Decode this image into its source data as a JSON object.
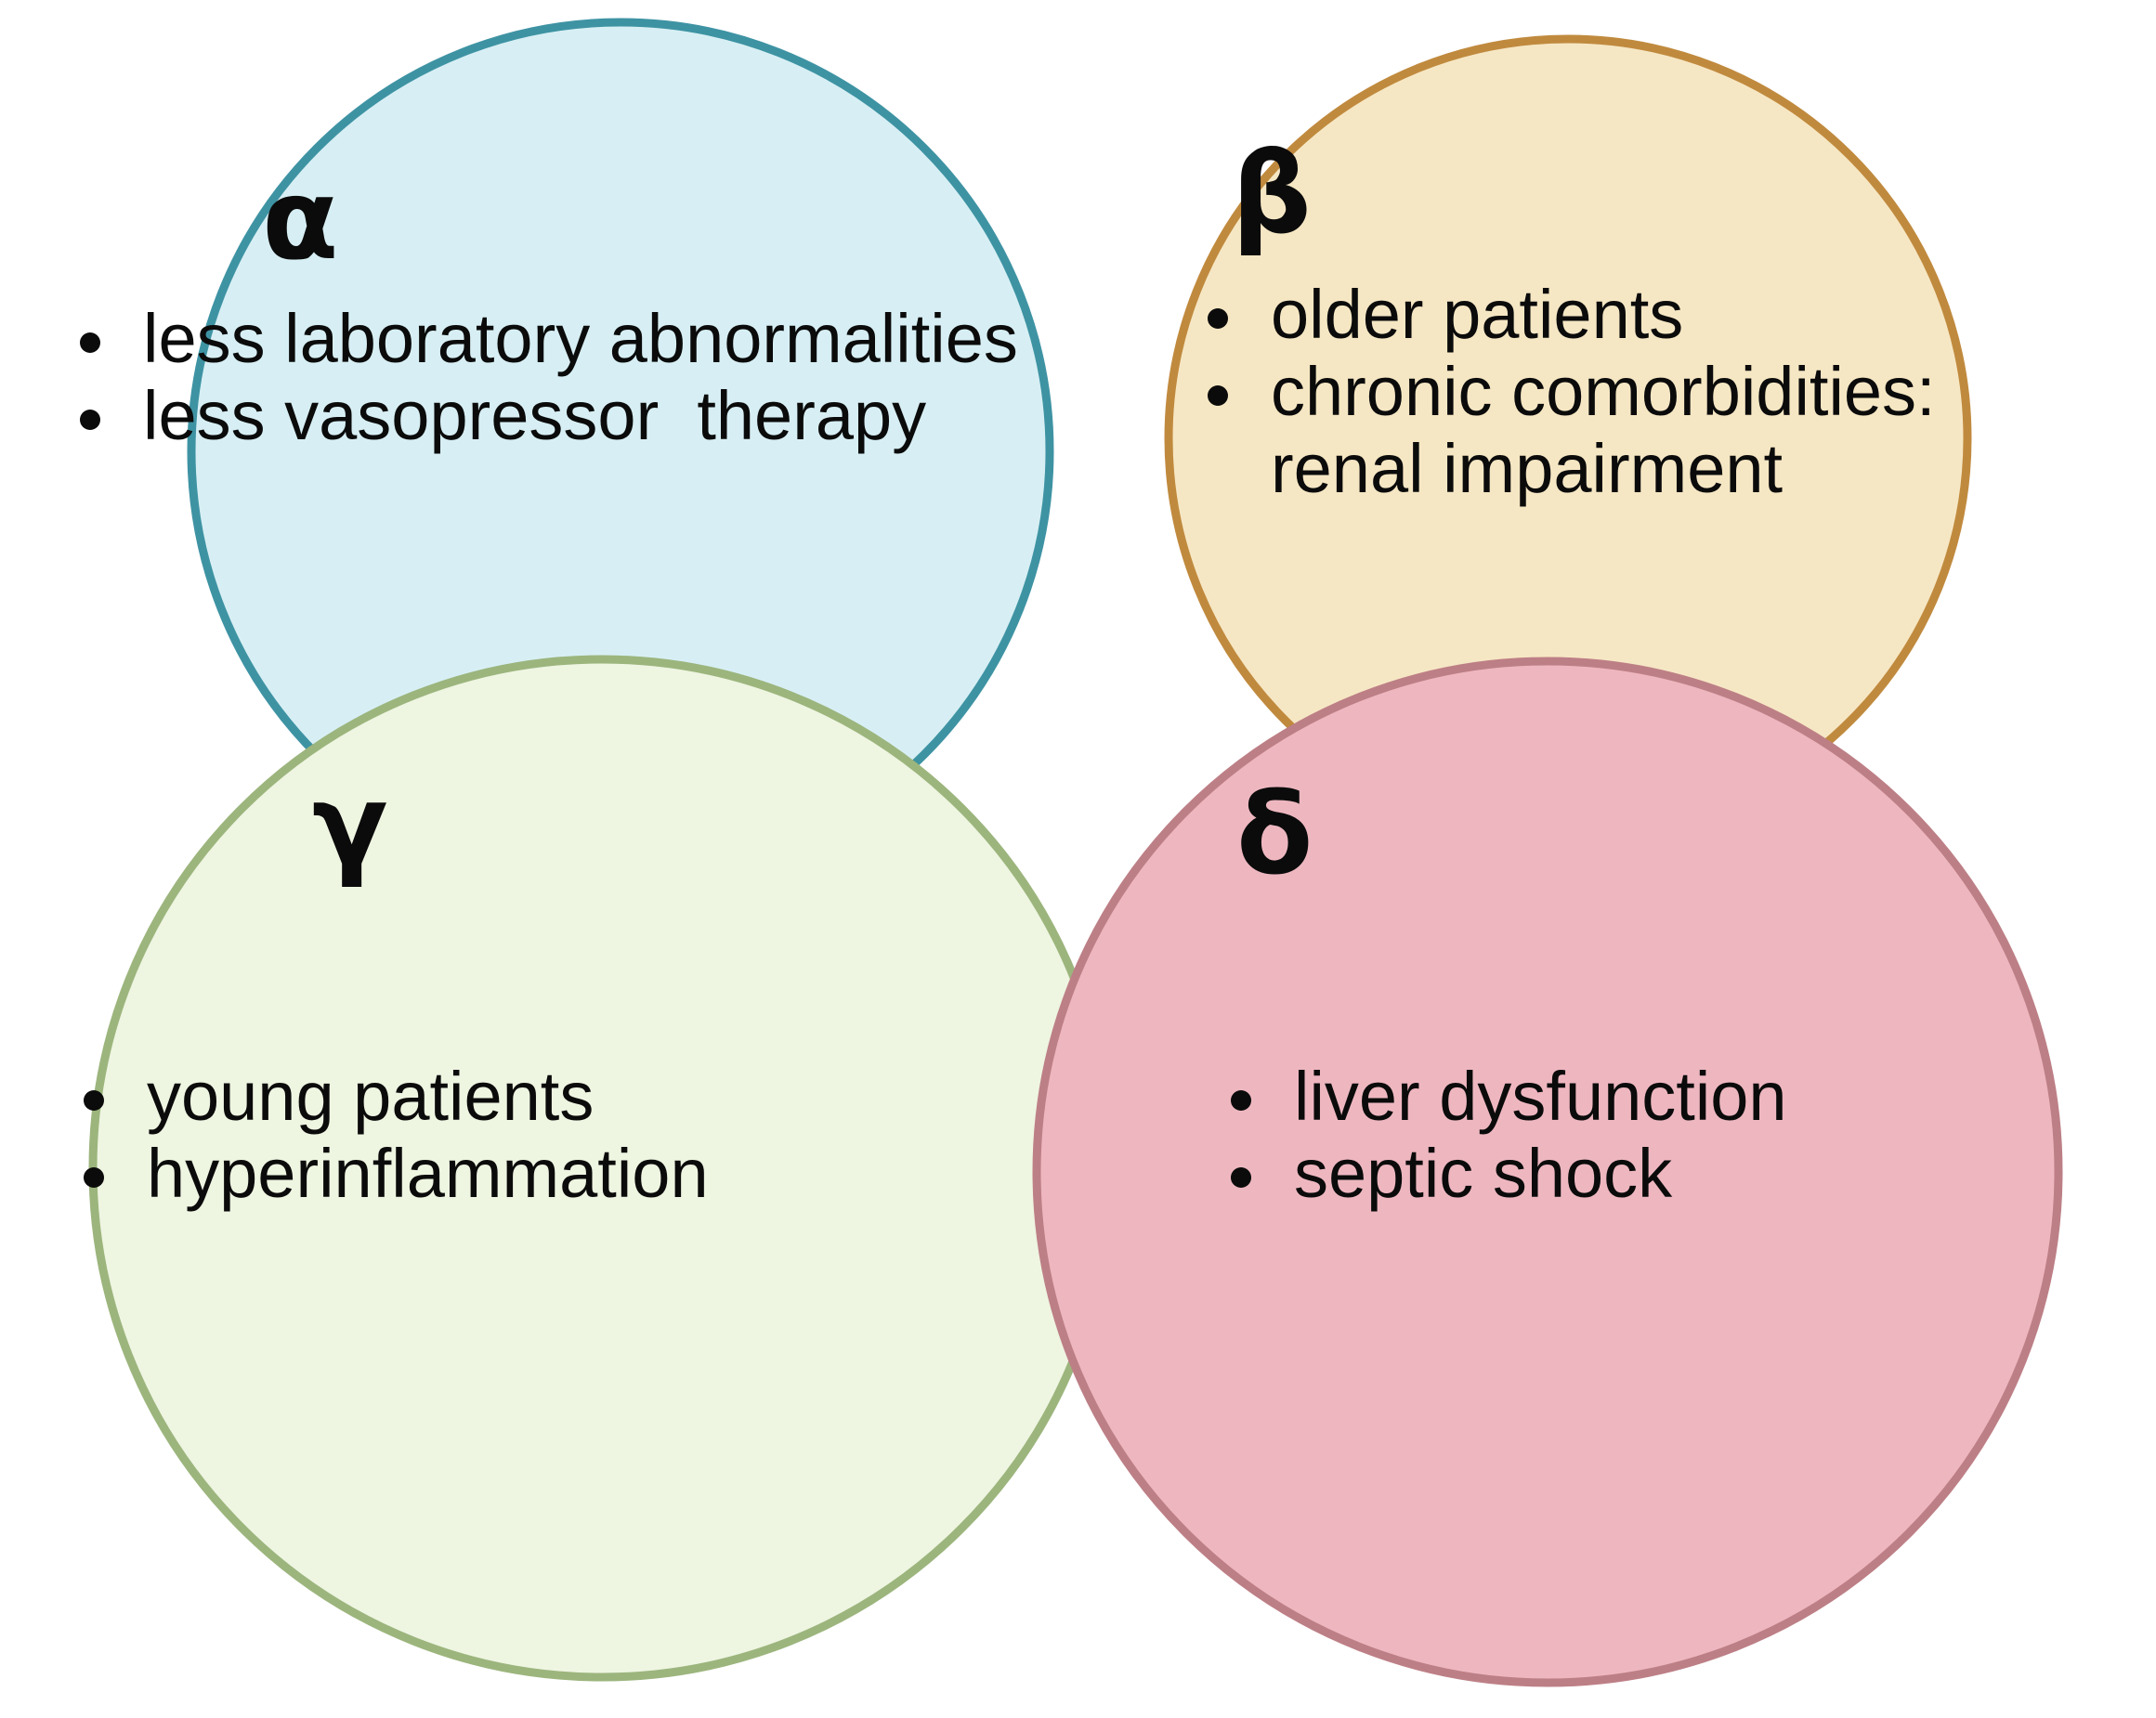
{
  "diagram": {
    "type": "venn",
    "title": "",
    "background": "#ffffff",
    "sets": [
      {
        "key": "alpha",
        "symbol": "α",
        "fill": "#d7eff4",
        "stroke": "#3e93a3",
        "items": [
          "less laboratory abnormalities",
          "less vasopressor  therapy"
        ]
      },
      {
        "key": "beta",
        "symbol": "β",
        "fill": "#f6e7c4",
        "stroke": "#c08a3e",
        "items": [
          "older patients",
          "chronic comorbidities:",
          "renal impairment"
        ]
      },
      {
        "key": "gamma",
        "symbol": "γ",
        "fill": "#eef5e1",
        "stroke": "#9cb57d",
        "items": [
          "young patients",
          "hyperinflammation"
        ]
      },
      {
        "key": "delta",
        "symbol": "δ",
        "fill": "#eeb7c0",
        "stroke": "#bd7f86",
        "items": [
          "liver dysfunction",
          "septic shock"
        ]
      }
    ]
  },
  "alpha": {
    "symbol": "α",
    "item_1": "less laboratory abnormalities",
    "item_2": "less vasopressor  therapy"
  },
  "beta": {
    "symbol": "β",
    "item_1": "older patients",
    "item_2": "chronic comorbidities:",
    "item_2_cont": "renal impairment"
  },
  "gamma": {
    "symbol": "γ",
    "item_1": "young patients",
    "item_2": "hyperinflammation"
  },
  "delta": {
    "symbol": "δ",
    "item_1": "liver dysfunction",
    "item_2": "septic shock"
  }
}
